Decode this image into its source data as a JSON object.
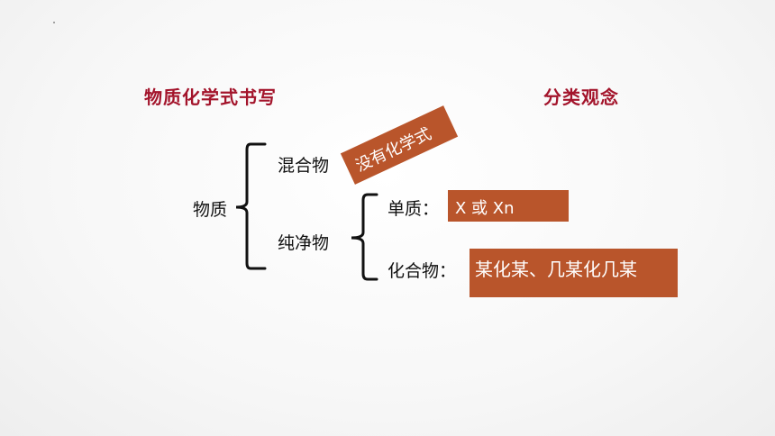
{
  "headings": {
    "left": "物质化学式书写",
    "right": "分类观念"
  },
  "tree": {
    "root": "物质",
    "mixture": "混合物",
    "pure": "纯净物",
    "element": "单质：",
    "compound": "化合物："
  },
  "notes": {
    "mixture": "没有化学式",
    "element": "X 或 Xn",
    "compound": "某化某、几某化几某"
  },
  "colors": {
    "heading": "#a3142b",
    "box": "#b9552b"
  }
}
